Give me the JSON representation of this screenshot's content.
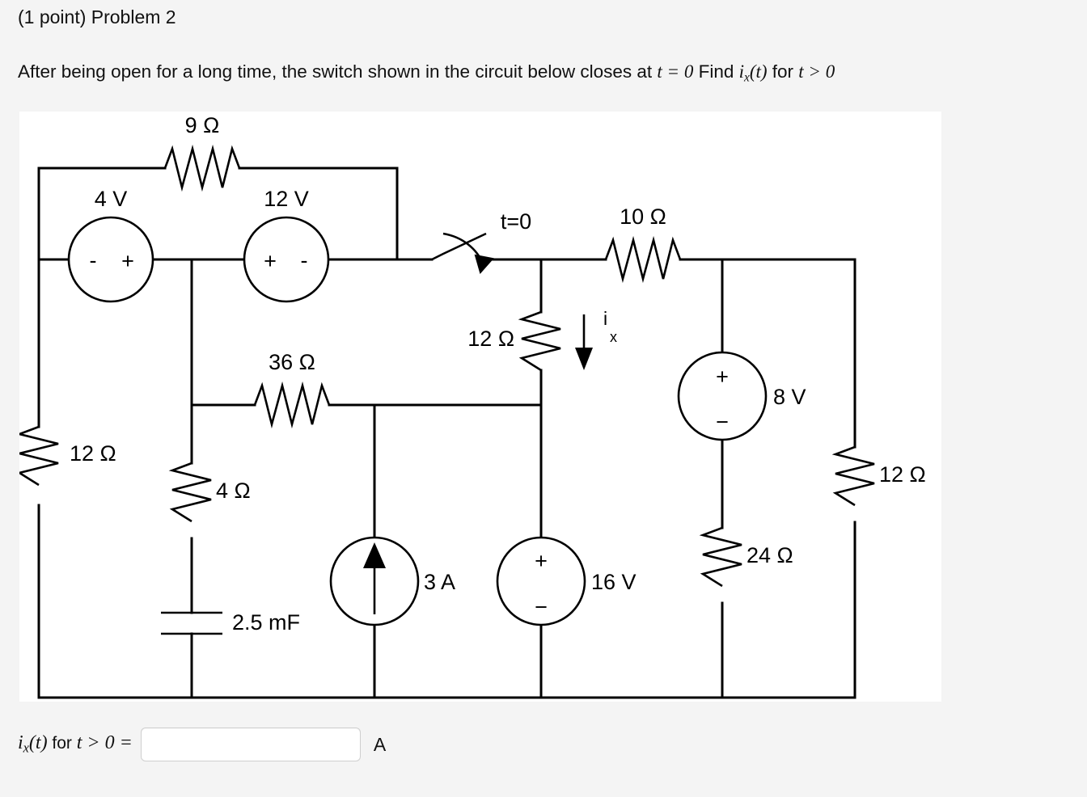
{
  "problem": {
    "points_label": "(1 point) Problem 2",
    "statement_part1": "After being open for a long time, the switch shown in the circuit below closes at ",
    "statement_t_eq_0": "t = 0",
    "statement_find": " Find ",
    "statement_i": "i",
    "statement_i_sub": "x",
    "statement_of_t": "(t)",
    "statement_part2": " for ",
    "statement_tgt0": "t > 0"
  },
  "answer": {
    "label_i": "i",
    "label_sub": "x",
    "label_of_t": "(t)",
    "label_for": " for ",
    "label_tgt0": "t > 0 =",
    "value": "",
    "placeholder": "",
    "unit": "A"
  },
  "circuit": {
    "components": {
      "r9": "9 Ω",
      "v4": "4 V",
      "v4_pol_left": "-",
      "v4_pol_right": "+",
      "v12src": "12 V",
      "v12_pol_left": "+",
      "v12_pol_right": "-",
      "switch_label": "t=0",
      "r10": "10 Ω",
      "r12_ix": "12 Ω",
      "ix_label": "i",
      "ix_sub": "x",
      "r36": "36 Ω",
      "r12_left": "12 Ω",
      "r4": "4 Ω",
      "cap": "2.5 mF",
      "i3a": "3 A",
      "v16": "16 V",
      "v16_pol_top": "+",
      "v16_pol_bot": "−",
      "v8": "8 V",
      "v8_pol_top": "+",
      "v8_pol_bot": "−",
      "r24": "24 Ω",
      "r12_right": "12 Ω"
    }
  },
  "colors": {
    "page_background": "#f4f4f4",
    "diagram_background": "#ffffff",
    "wire": "#000000",
    "text": "#111111",
    "input_border": "#cfcfcf"
  }
}
